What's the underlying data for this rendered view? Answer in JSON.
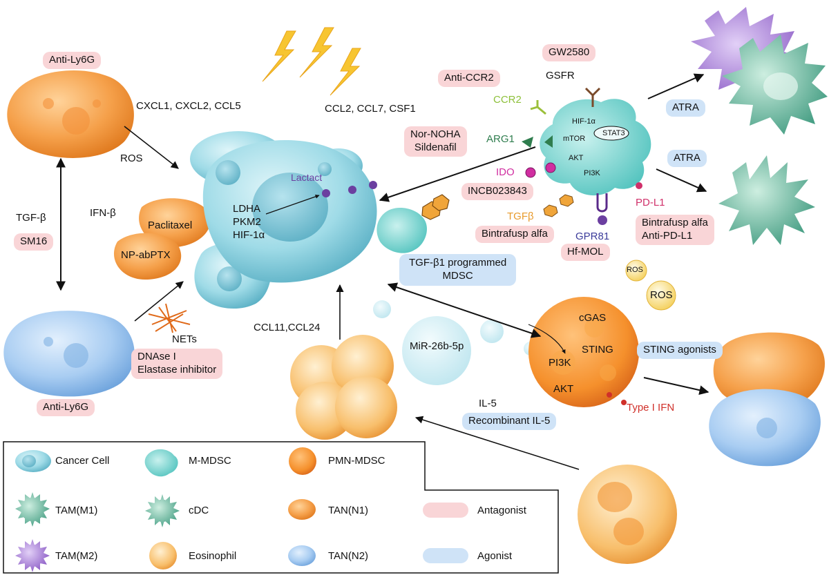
{
  "colors": {
    "antagonist": "#f9d5d7",
    "agonist": "#cfe3f7",
    "cancer_cell": "#8fd3e0",
    "mmdsc": "#6fcfcf",
    "pmn_mdsc": "#f5a34a",
    "tan_n1": "#f5a04a",
    "tan_n2": "#9fc8f0",
    "tam_m1": "#4fa68c",
    "tam_m2": "#9a6bc9",
    "eosinophil": "#f7b25a"
  },
  "labels": {
    "cxcl": "CXCL1, CXCL2,  CCL5",
    "ccl2": "CCL2, CCL7, CSF1",
    "ros_left": "ROS",
    "tgfb_left": "TGF-β",
    "ifnb": "IFN-β",
    "lactact": "Lactact",
    "enzymes": [
      "LDHA",
      "PKM2",
      "HIF-1α"
    ],
    "nets": "NETs",
    "ccl11": "CCL11,CCL24",
    "mir": "MiR-26b-5p",
    "il5": "IL-5",
    "gsfr": "GSFR",
    "ccr2": "CCR2",
    "arg1": "ARG1",
    "ido": "IDO",
    "tgfb_right": "TGFβ",
    "gpr81": "GPR81",
    "pdl1": "PD-L1",
    "ros_small": "ROS",
    "ros_big": "ROS",
    "type1ifn": "Type I IFN",
    "mmdsc_pathway": [
      "HIF-1α",
      "STAT3",
      "mTOR",
      "AKT",
      "PI3K"
    ],
    "pmn_pathway": [
      "cGAS",
      "STING",
      "PI3K",
      "AKT"
    ]
  },
  "antagonists": {
    "anti_ly6g_top": "Anti-Ly6G",
    "anti_ly6g_bottom": "Anti-Ly6G",
    "sm16": "SM16",
    "paclitaxel": "Paclitaxel",
    "np_abptx": "NP-abPTX",
    "dnase": [
      "DNAse I",
      "Elastase inhibitor"
    ],
    "gw2580": "GW2580",
    "anti_ccr2": "Anti-CCR2",
    "nor_noha": [
      "Nor-NOHA",
      "Sildenafil"
    ],
    "incb": "INCB023843",
    "bintrafusp": "Bintrafusp alfa",
    "hf_mol": "Hf-MOL",
    "bintrafusp_pd": [
      "Bintrafusp alfa",
      "Anti-PD-L1"
    ]
  },
  "agonists": {
    "atra_top": "ATRA",
    "atra_mid": "ATRA",
    "tgf_mdsc": [
      "TGF-β1  programmed",
      "MDSC"
    ],
    "sting": "STING agonists",
    "recombinant": "Recombinant IL-5"
  },
  "legend": {
    "cancer_cell": "Cancer Cell",
    "mmdsc": "M-MDSC",
    "pmn_mdsc": "PMN-MDSC",
    "tam_m1": "TAM(M1)",
    "cdc": "cDC",
    "tan_n1": "TAN(N1)",
    "antagonist": "Antagonist",
    "tam_m2": "TAM(M2)",
    "eosinophil": "Eosinophil",
    "tan_n2": "TAN(N2)",
    "agonist": "Agonist"
  }
}
